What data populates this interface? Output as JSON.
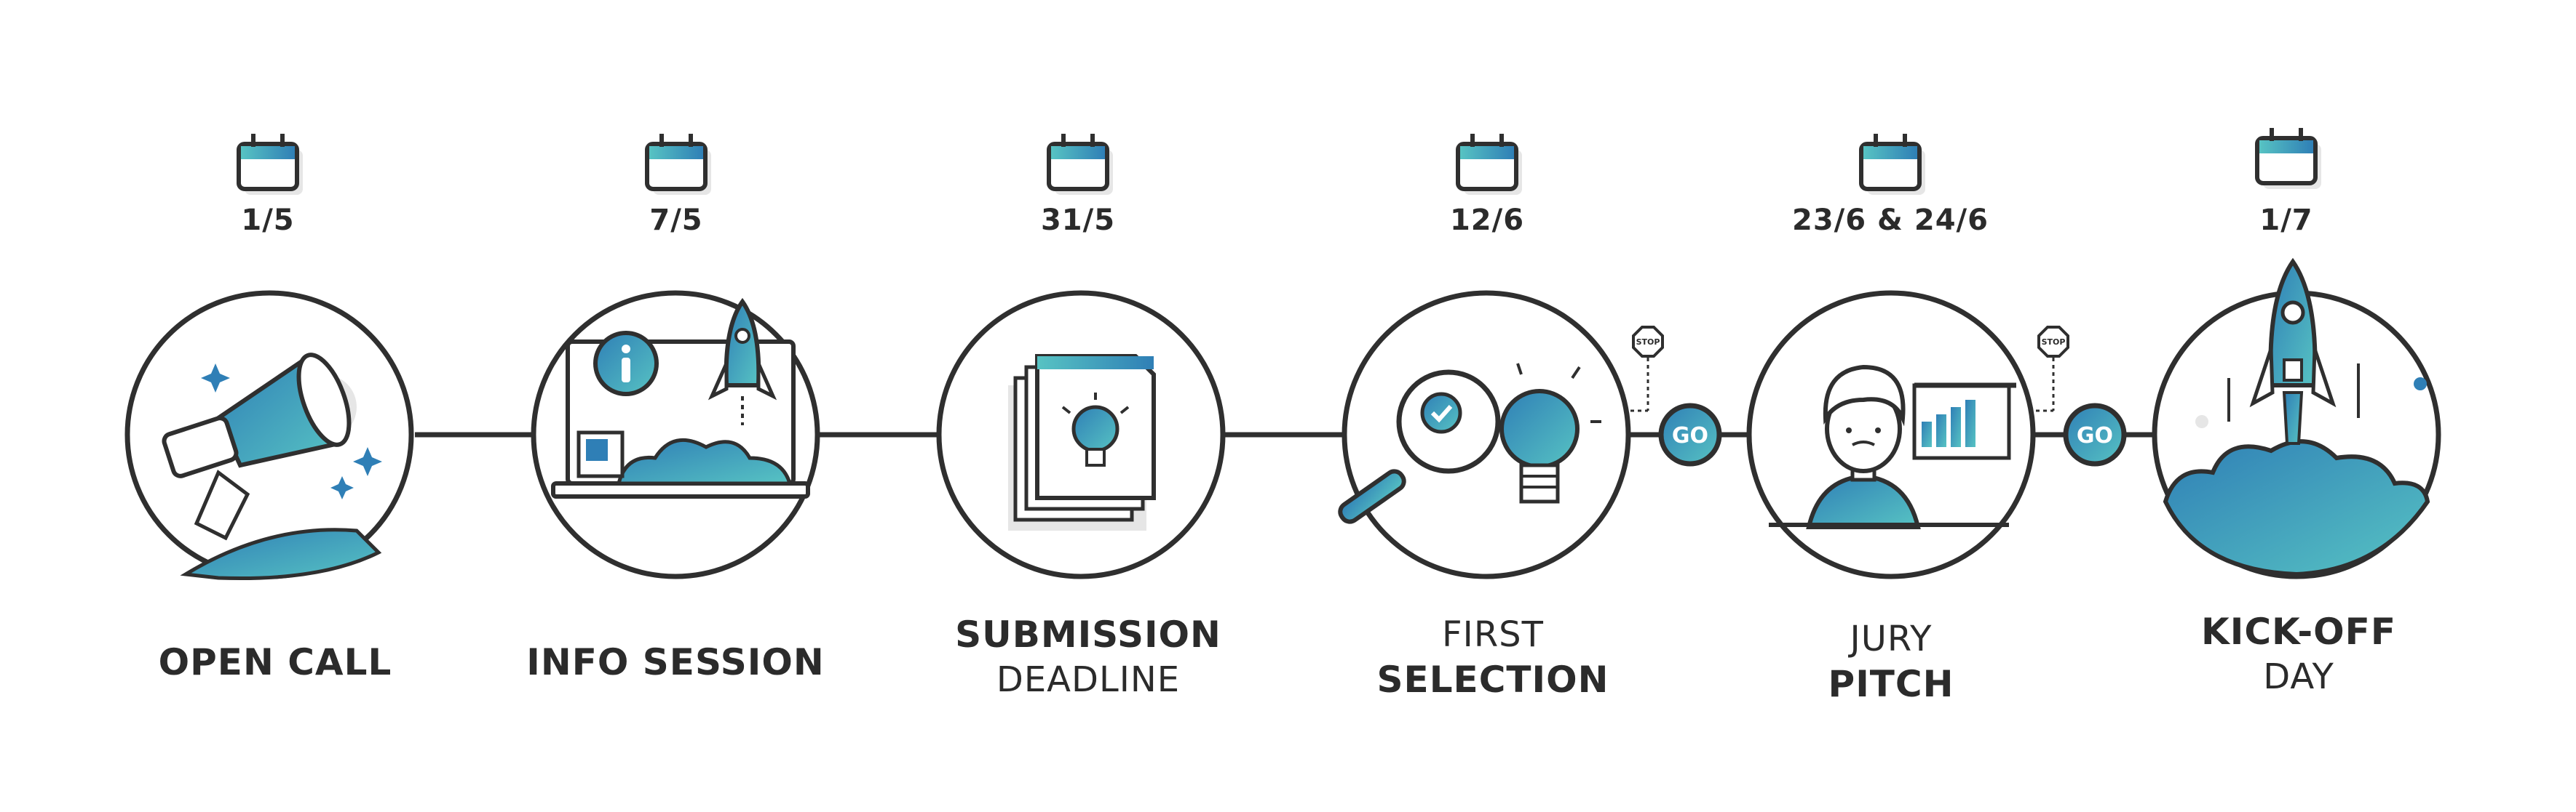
{
  "colors": {
    "stroke": "#2f2f2f",
    "teal_light": "#57c3c3",
    "teal_dark": "#2f7fb6",
    "shadow": "#e6e6e6"
  },
  "steps": [
    {
      "date": "1/5",
      "bold": "OPEN CALL",
      "light": "",
      "icon": "megaphone-icon"
    },
    {
      "date": "7/5",
      "bold": "INFO SESSION",
      "light": "",
      "icon": "laptop-rocket-icon"
    },
    {
      "date": "31/5",
      "bold": "SUBMISSION",
      "light": "DEADLINE",
      "icon": "documents-lightbulb-icon"
    },
    {
      "date": "12/6",
      "light": "FIRST",
      "bold": "SELECTION",
      "icon": "magnifier-lightbulb-icon"
    },
    {
      "date": "23/6 & 24/6",
      "light": "JURY",
      "bold": "PITCH",
      "icon": "jury-presenter-icon"
    },
    {
      "date": "1/7",
      "bold": "KICK-OFF",
      "light": "DAY",
      "icon": "rocket-launch-icon"
    }
  ],
  "gates": [
    {
      "stop": "STOP",
      "go": "GO"
    },
    {
      "stop": "STOP",
      "go": "GO"
    }
  ]
}
